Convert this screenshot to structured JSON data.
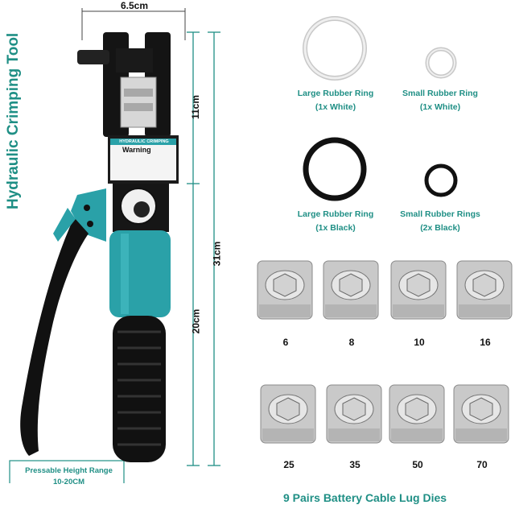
{
  "title": "Hydraulic Crimping Tool",
  "dimensions": {
    "width": "6.5cm",
    "height_head": "11cm",
    "height_total": "31cm",
    "height_handle": "20cm"
  },
  "tool_label": {
    "brand": "HYDRAULIC CRIMPING TOOL",
    "warning": "Warning"
  },
  "pressable_range": {
    "line1": "Pressable Height Range",
    "line2": "10-20CM"
  },
  "rings": [
    {
      "name": "Large Rubber Ring",
      "qty": "(1x White)"
    },
    {
      "name": "Small Rubber Ring",
      "qty": "(1x White)"
    },
    {
      "name": "Large Rubber Ring",
      "qty": "(1x Black)"
    },
    {
      "name": "Small Rubber Rings",
      "qty": "(2x Black)"
    }
  ],
  "dies": [
    "6",
    "8",
    "10",
    "16",
    "25",
    "35",
    "50",
    "70"
  ],
  "footer": "9 Pairs Battery Cable Lug Dies",
  "colors": {
    "accent": "#1f8f85",
    "handle": "#2aa1a8",
    "grip": "#111111"
  }
}
